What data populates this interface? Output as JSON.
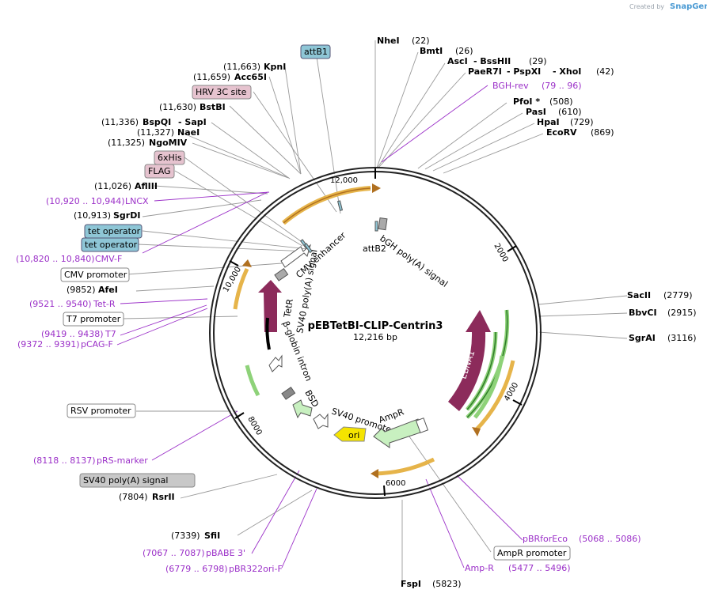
{
  "credit": {
    "prefix": "Created by",
    "brand": "SnapGene"
  },
  "plasmid": {
    "name": "pEBTetBI-CLIP-Centrin3",
    "size": "12,216 bp"
  },
  "ticks": [
    "12,000",
    "2000",
    "4000",
    "6000",
    "8000",
    "10,000"
  ],
  "enzymes": [
    {
      "name": "NheI",
      "pos": "(22)"
    },
    {
      "name": "BmtI",
      "pos": "(26)"
    },
    {
      "name": "AscI",
      "extra": "BssHII",
      "pos": "(29)"
    },
    {
      "name": "PaeR7I",
      "extra": "PspXI",
      "extra2": "XhoI",
      "pos": "(42)"
    },
    {
      "name": "PfoI *",
      "pos": "(508)"
    },
    {
      "name": "PasI",
      "pos": "(610)"
    },
    {
      "name": "HpaI",
      "pos": "(729)"
    },
    {
      "name": "EcoRV",
      "pos": "(869)"
    },
    {
      "name": "SacII",
      "pos": "(2779)"
    },
    {
      "name": "BbvCI",
      "pos": "(2915)"
    },
    {
      "name": "SgrAI",
      "pos": "(3116)"
    },
    {
      "name": "FspI",
      "pos": "(5823)"
    },
    {
      "name": "SfiI",
      "pos": "(7339)"
    },
    {
      "name": "RsrII",
      "pos": "(7804)"
    },
    {
      "name": "AfeI",
      "pos": "(9852)"
    },
    {
      "name": "SgrDI",
      "pos": "(10,913)"
    },
    {
      "name": "AflIII",
      "pos": "(11,026)"
    },
    {
      "name": "NgoMIV",
      "pos": "(11,325)"
    },
    {
      "name": "NaeI",
      "pos": "(11,327)"
    },
    {
      "name": "BspQI",
      "extra": "SapI",
      "pos": "(11,336)"
    },
    {
      "name": "BstBI",
      "pos": "(11,630)"
    },
    {
      "name": "Acc65I",
      "pos": "(11,659)"
    },
    {
      "name": "KpnI",
      "pos": "(11,663)"
    }
  ],
  "primers": [
    {
      "name": "BGH-rev",
      "range": "(79 .. 96)"
    },
    {
      "name": "pBRforEco",
      "range": "(5068 .. 5086)"
    },
    {
      "name": "Amp-R",
      "range": "(5477 .. 5496)"
    },
    {
      "name": "pBR322ori-F",
      "range": "(6779 .. 6798)"
    },
    {
      "name": "pBABE 3'",
      "range": "(7067 .. 7087)"
    },
    {
      "name": "pRS-marker",
      "range": "(8118 .. 8137)"
    },
    {
      "name": "pCAG-F",
      "range": "(9372 .. 9391)"
    },
    {
      "name": "T7",
      "range": "(9419 .. 9438)"
    },
    {
      "name": "Tet-R",
      "range": "(9521 .. 9540)"
    },
    {
      "name": "CMV-F",
      "range": "(10,820 .. 10,840)"
    },
    {
      "name": "LNCX",
      "range": "(10,920 .. 10,944)"
    }
  ],
  "boxed_labels": [
    {
      "text": "attB1"
    },
    {
      "text": "HRV 3C site"
    },
    {
      "text": "6xHis"
    },
    {
      "text": "FLAG"
    },
    {
      "text": "tet operator"
    },
    {
      "text": "tet operator"
    },
    {
      "text": "CMV promoter"
    },
    {
      "text": "T7 promoter"
    },
    {
      "text": "RSV promoter"
    },
    {
      "text": "SV40 poly(A) signal"
    },
    {
      "text": "AmpR promoter"
    }
  ],
  "inner_features": {
    "bgh": "bGH poly(A) signal",
    "attb2": "attB2",
    "ebna1": "EBNA1",
    "ampr": "AmpR",
    "ori": "ori",
    "sv40prom": "SV40 promoter",
    "bsd": "BSD",
    "bglobin": "β-globin intron",
    "sv40pa": "SV40 poly(A) signal",
    "tetr": "TetR",
    "cmvenh": "CMV enhancer"
  },
  "colors": {
    "orange": "#e39a36",
    "green": "#3f9e3a",
    "maroon": "#8c2b5b",
    "yellow": "#f5e400",
    "teal": "#8ec6d6",
    "pink": "#e6c3cf",
    "grey": "#c8c8c8",
    "purple": "#9b30c8"
  }
}
